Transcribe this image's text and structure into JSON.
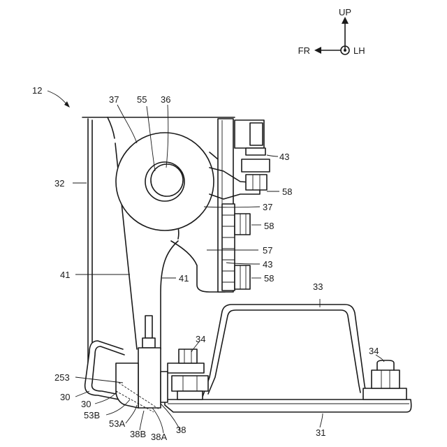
{
  "figure_ref": "12",
  "orientation": {
    "up": "UP",
    "front": "FR",
    "left": "LH"
  },
  "labels": {
    "l37a": "37",
    "l55": "55",
    "l36": "36",
    "l43a": "43",
    "l32": "32",
    "l58a": "58",
    "l37b": "37",
    "l58b": "58",
    "l57": "57",
    "l43b": "43",
    "l41a": "41",
    "l41b": "41",
    "l58c": "58",
    "l33": "33",
    "l34a": "34",
    "l34b": "34",
    "l253": "253",
    "l30a": "30",
    "l30b": "30",
    "l53B": "53B",
    "l53A": "53A",
    "l38B": "38B",
    "l38A": "38A",
    "l38": "38",
    "l31": "31"
  }
}
